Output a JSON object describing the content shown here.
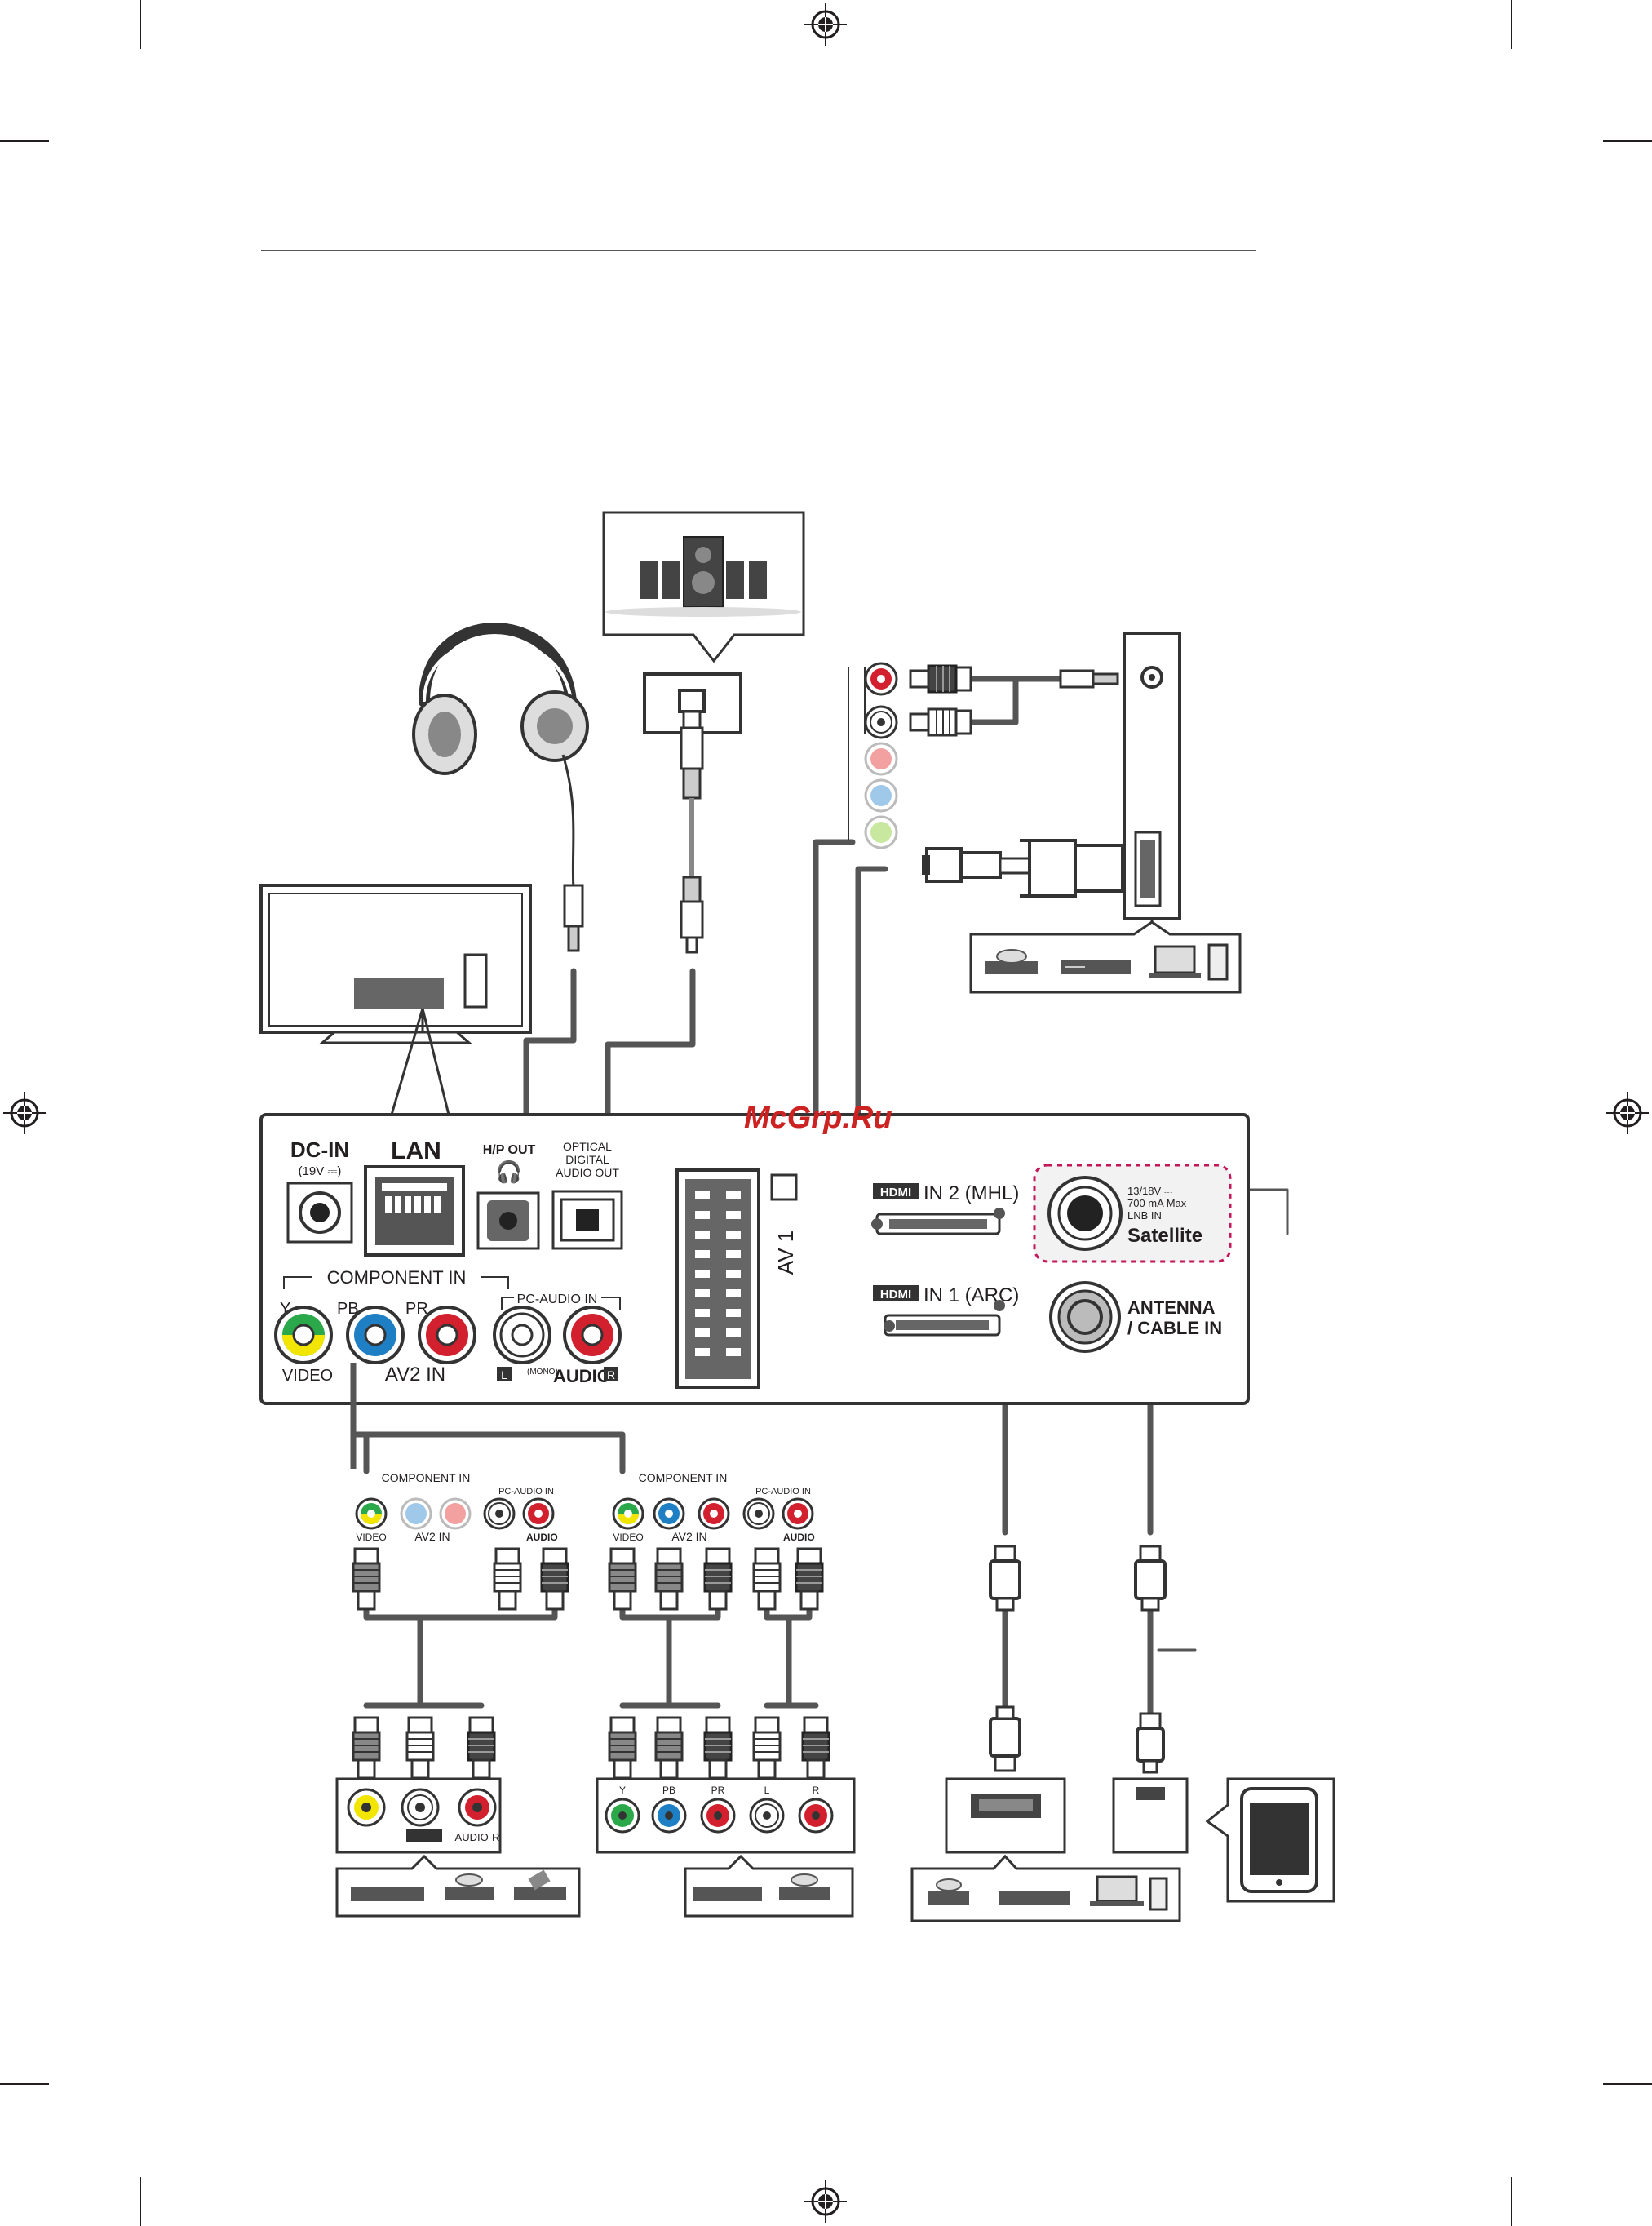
{
  "watermark": "McGrp.Ru",
  "panel": {
    "dc_in": "DC-IN",
    "dc_in_spec": "(19V ⎓)",
    "lan": "LAN",
    "hp_out": "H/P OUT",
    "optical": [
      "OPTICAL",
      "DIGITAL",
      "AUDIO OUT"
    ],
    "component_in": "COMPONENT IN",
    "pc_audio_in": "PC-AUDIO IN",
    "y": "Y",
    "pb": "PB",
    "pr": "PR",
    "video": "VIDEO",
    "av2_in": "AV2 IN",
    "l": "L",
    "mono": "(MONO)",
    "audio": "AUDIO",
    "r": "R",
    "av1": "AV 1",
    "hdmi2": "IN 2 (MHL)",
    "hdmi1": "IN 1 (ARC)",
    "hdmi_logo": "HDMI",
    "satellite_spec": [
      "13/18V ⎓",
      "700 mA Max",
      "LNB IN"
    ],
    "satellite": "Satellite",
    "antenna": [
      "ANTENNA",
      "/ CABLE IN"
    ]
  },
  "mini_panel": {
    "component_in": "COMPONENT IN",
    "pc_audio_in": "PC-AUDIO IN",
    "video": "VIDEO",
    "av2_in": "AV2 IN",
    "audio": "AUDIO"
  },
  "device_jacks": {
    "audio_r": "AUDIO-R",
    "y": "Y",
    "pb": "PB",
    "pr": "PR",
    "l": "L",
    "r": "R"
  },
  "colors": {
    "cable": "#555555",
    "video_yellow": "#f2e500",
    "green": "#2aa84a",
    "blue": "#1f7fc4",
    "red": "#d3202f",
    "satellite_dash": "#c2185b"
  }
}
